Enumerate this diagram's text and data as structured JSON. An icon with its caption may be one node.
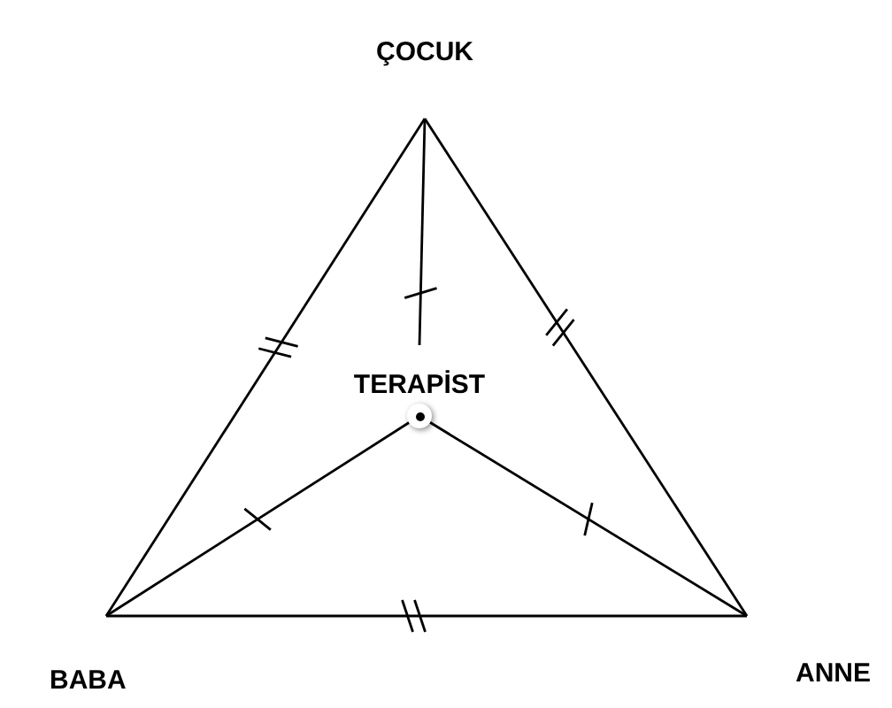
{
  "diagram": {
    "nodes": [
      {
        "text": [
          "ÇOCUK"
        ]
      },
      {
        "text": [
          "TERAPİST"
        ]
      },
      {
        "text": [
          "BABA"
        ]
      },
      {
        "text": [
          "ANNE"
        ]
      },
      {
        "text": [],
        "shape": "circle"
      }
    ],
    "edges": [
      {
        "from": 0,
        "to": 2,
        "arrow": "none"
      },
      {
        "from": 0,
        "to": 3,
        "arrow": "none"
      },
      {
        "from": 2,
        "to": 3,
        "arrow": "none"
      },
      {
        "from": 0,
        "to": 1,
        "arrow": "none"
      },
      {
        "from": 4,
        "to": 2,
        "arrow": "none"
      },
      {
        "from": 4,
        "to": 3,
        "arrow": "none"
      }
    ]
  }
}
